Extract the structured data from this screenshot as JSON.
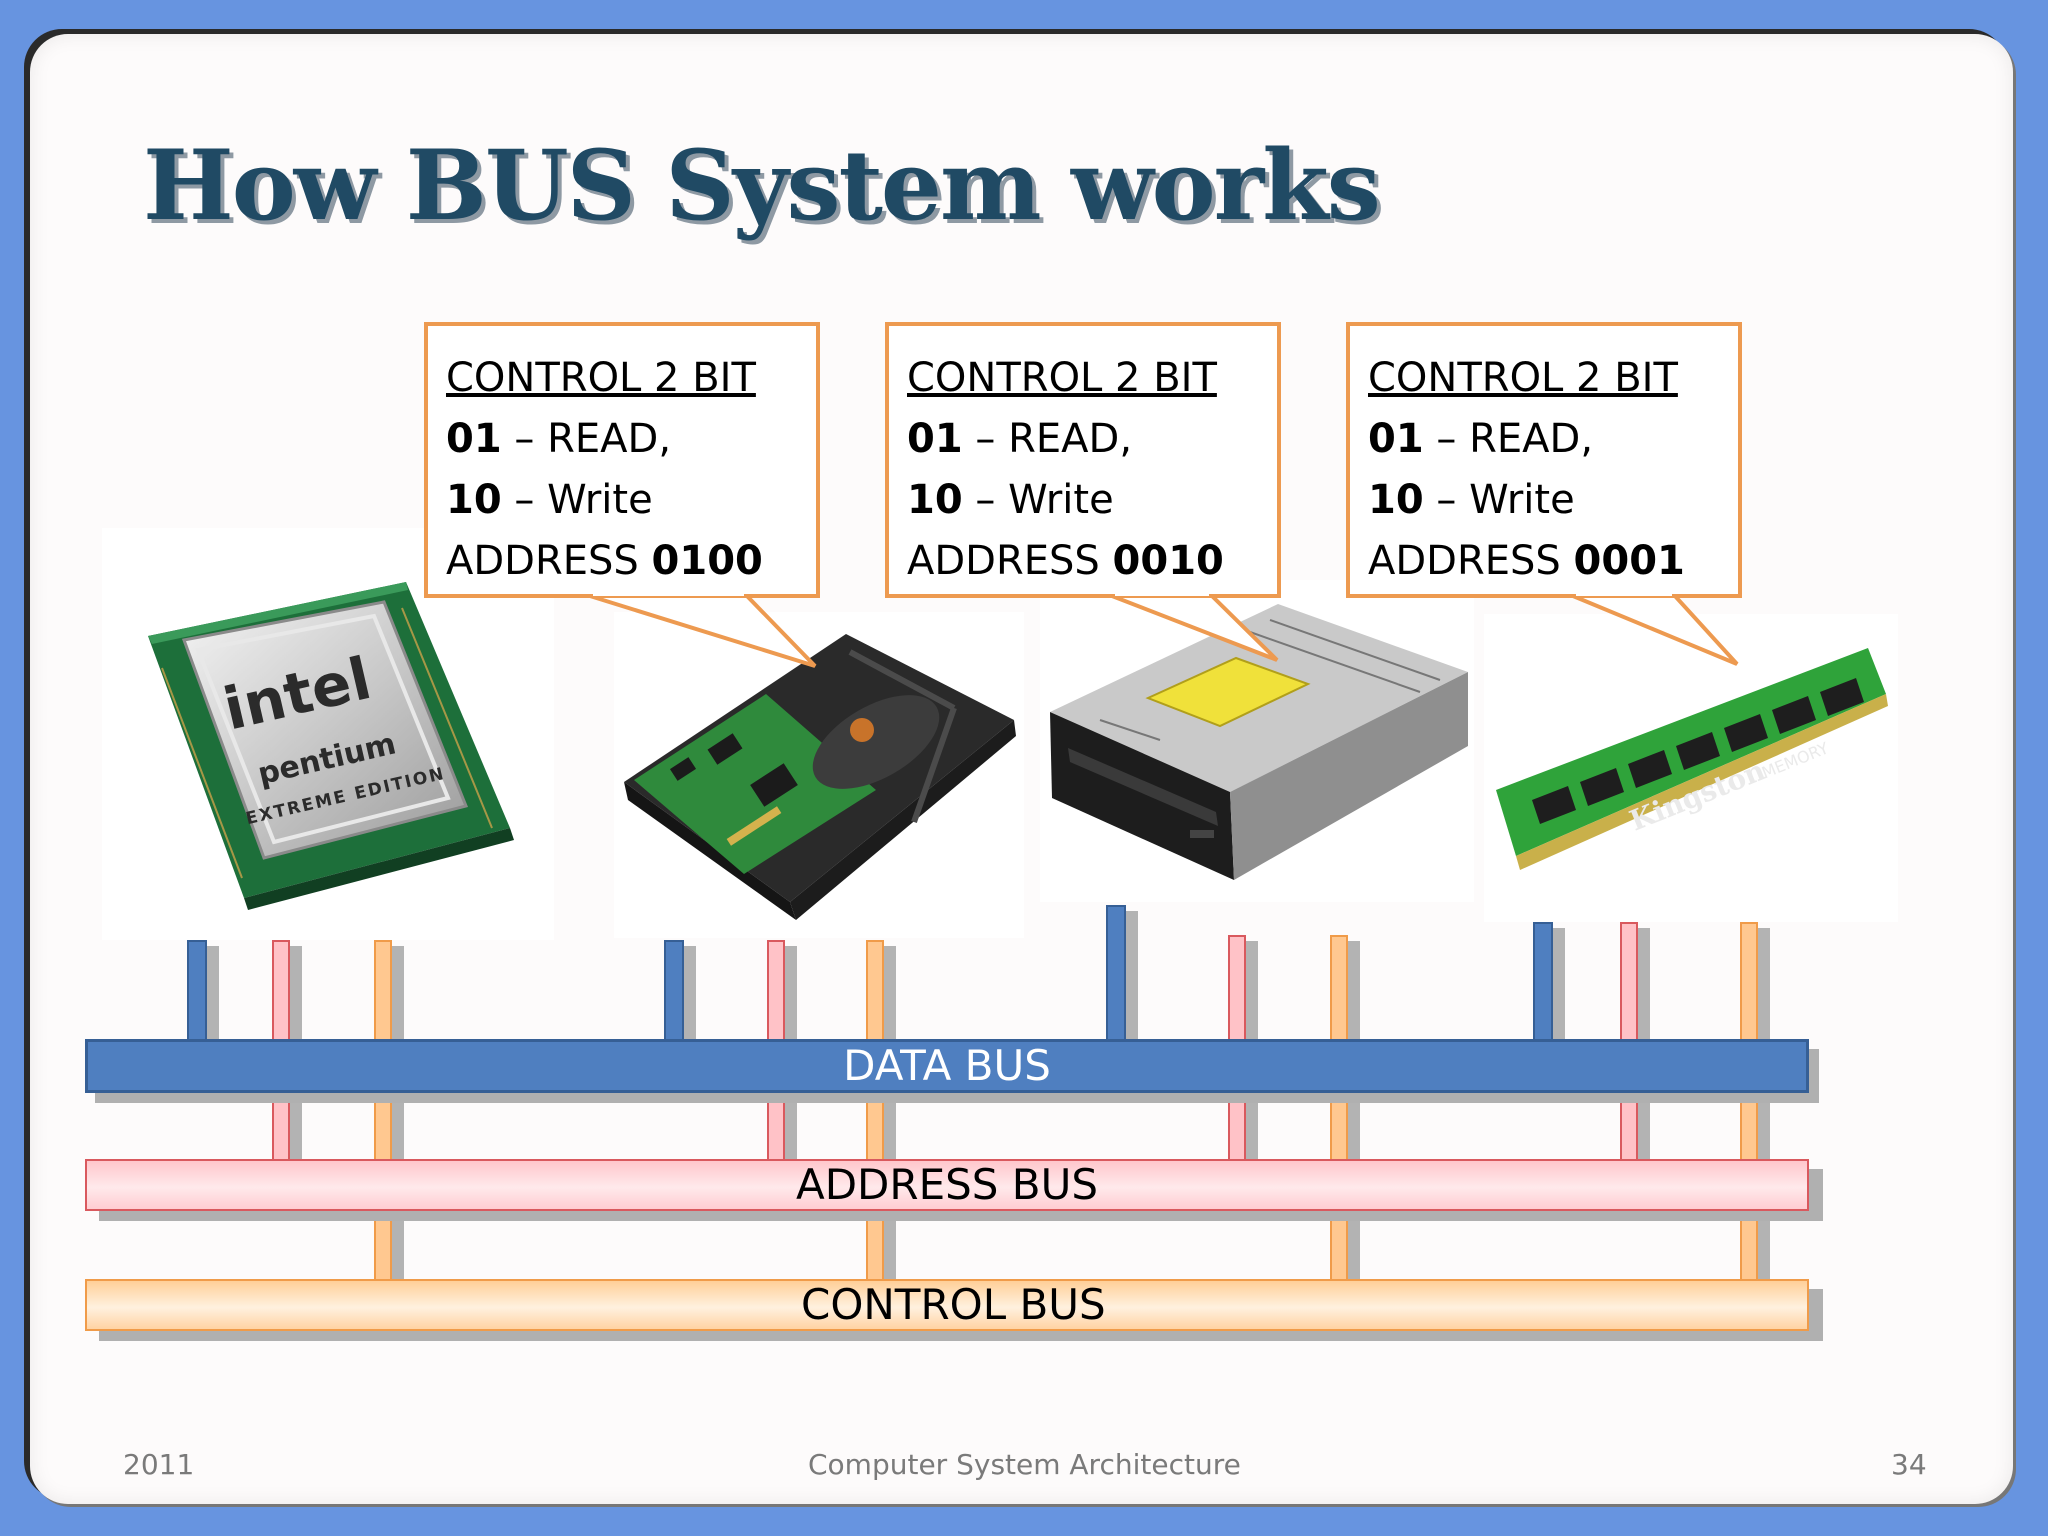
{
  "slide": {
    "title": "How BUS System works",
    "callouts": [
      {
        "heading": "CONTROL 2 BIT",
        "read_code": "01",
        "read_label": " – READ,",
        "write_code": "10",
        "write_label": " – Write",
        "address_label": "ADDRESS ",
        "address_value": "0100"
      },
      {
        "heading": "CONTROL 2 BIT",
        "read_code": "01",
        "read_label": " – READ,",
        "write_code": "10",
        "write_label": " – Write",
        "address_label": "ADDRESS ",
        "address_value": "0010"
      },
      {
        "heading": "CONTROL 2 BIT",
        "read_code": "01",
        "read_label": " – READ,",
        "write_code": "10",
        "write_label": " – Write",
        "address_label": "ADDRESS ",
        "address_value": "0001"
      }
    ],
    "devices": {
      "cpu": {
        "icon": "cpu-icon",
        "brand": "intel",
        "model": "pentium",
        "edition": "EXTREME EDITION"
      },
      "hard_disk": {
        "icon": "hard-disk-icon"
      },
      "optical_drive": {
        "icon": "optical-drive-icon"
      },
      "memory": {
        "icon": "memory-module-icon",
        "brand": "Kingston",
        "label": "MEMORY"
      }
    },
    "buses": {
      "data": "DATA BUS",
      "address": "ADDRESS BUS",
      "control": "CONTROL BUS"
    },
    "footer": {
      "year": "2011",
      "course": "Computer System Architecture",
      "page": "34"
    },
    "colors": {
      "background": "#6794e0",
      "title": "#204a64",
      "callout_border": "#ed9a50",
      "data_bus": "#4f7fc0",
      "address_bus": "#ffc7cc",
      "control_bus": "#ffcf98"
    }
  }
}
